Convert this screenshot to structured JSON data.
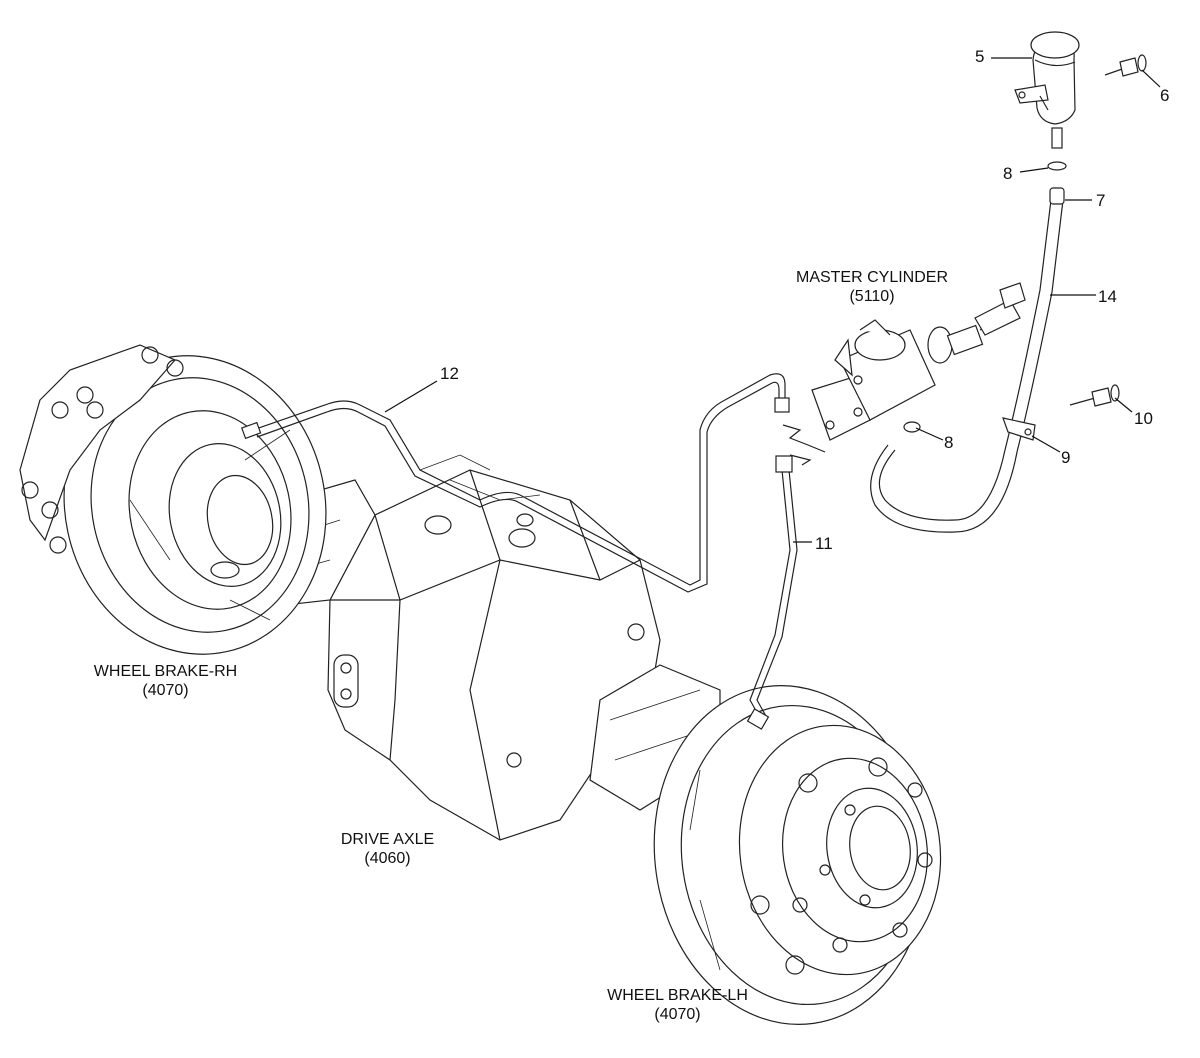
{
  "assemblies": {
    "master_cylinder": {
      "name": "MASTER CYLINDER",
      "ref": "(5110)"
    },
    "wheel_brake_rh": {
      "name": "WHEEL BRAKE-RH",
      "ref": "(4070)"
    },
    "drive_axle": {
      "name": "DRIVE AXLE",
      "ref": "(4060)"
    },
    "wheel_brake_lh": {
      "name": "WHEEL BRAKE-LH",
      "ref": "(4070)"
    }
  },
  "callouts": {
    "p5": "5",
    "p6": "6",
    "p8a": "8",
    "p7": "7",
    "p14": "14",
    "p12": "12",
    "p10": "10",
    "p8b": "8",
    "p9": "9",
    "p11": "11"
  }
}
